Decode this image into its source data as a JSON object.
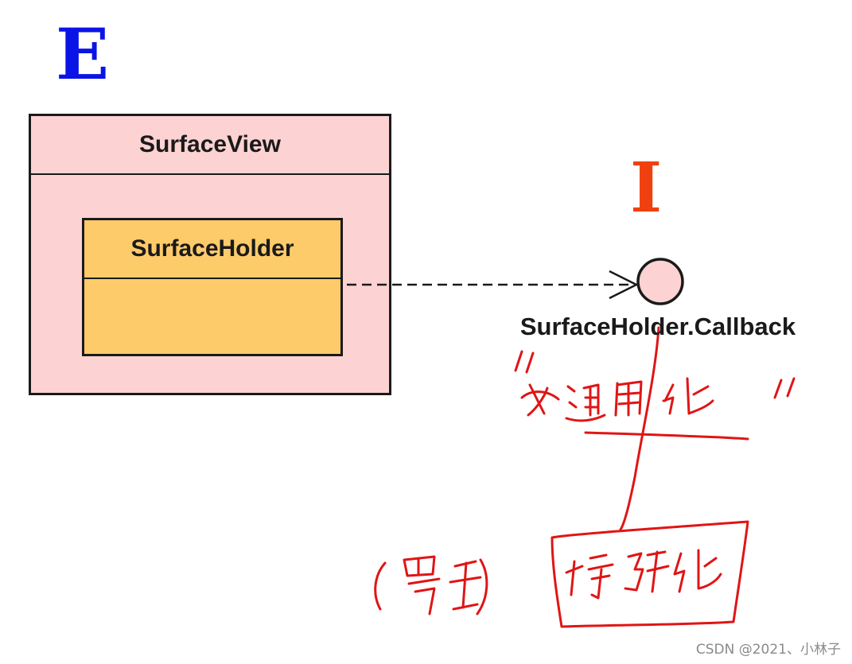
{
  "diagram": {
    "letter_e": "E",
    "letter_i": "I",
    "class_name": "SurfaceView",
    "inner_class_name": "SurfaceHolder",
    "interface_name": "SurfaceHolder.Callback",
    "colors": {
      "letter_e": "#0a14e6",
      "letter_i": "#f04010",
      "class_fill": "#fdd2d2",
      "inner_fill": "#fecb6a",
      "interface_fill": "#fdd2d2",
      "annotation": "#e01515"
    }
  },
  "watermark": "CSDN @2021、小林子"
}
